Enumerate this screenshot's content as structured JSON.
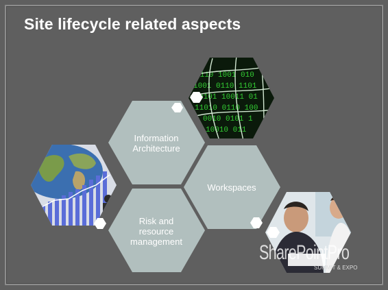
{
  "slide": {
    "title": "Site lifecycle related aspects",
    "hexagons": [
      {
        "label": "Information Architecture"
      },
      {
        "label": "Workspaces"
      },
      {
        "label": "Risk and resource management"
      }
    ],
    "logo": {
      "brand": "SharePointPro",
      "subtitle": "SUMMIT & EXPO"
    }
  },
  "colors": {
    "background": "#5f5f5f",
    "hex_fill": "#b9c8c7",
    "text": "#ffffff"
  }
}
